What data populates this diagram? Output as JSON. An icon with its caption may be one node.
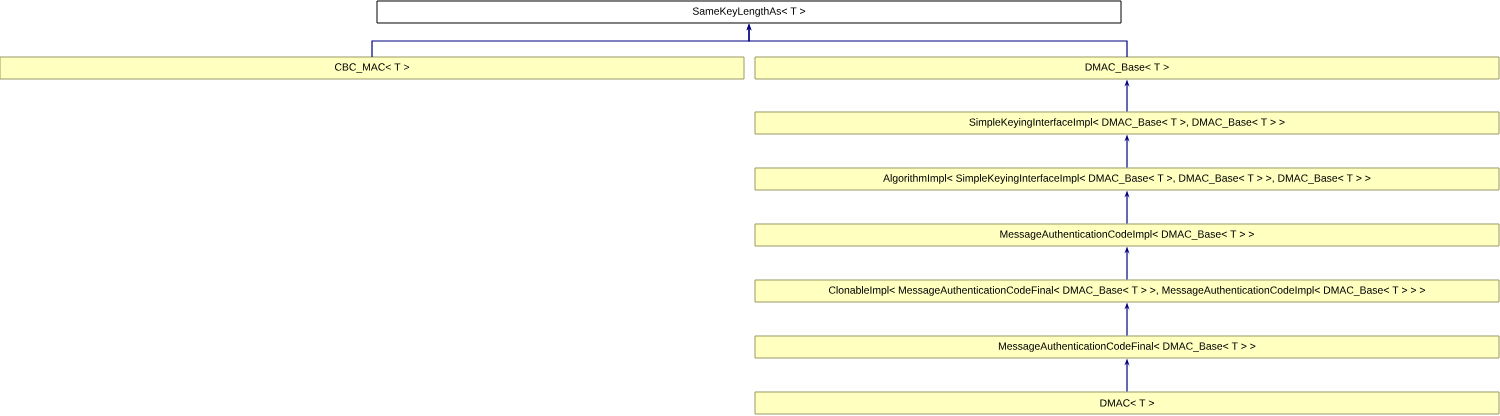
{
  "diagram": {
    "nodes": [
      {
        "text": [
          "SameKeyLengthAs< T >"
        ]
      },
      {
        "text": [
          "CBC_MAC< T >"
        ]
      },
      {
        "text": [
          "DMAC_Base< T >"
        ]
      },
      {
        "text": [
          "SimpleKeyingInterfaceImpl< DMAC_Base< T >, DMAC_Base< T > >"
        ]
      },
      {
        "text": [
          "AlgorithmImpl< SimpleKeyingInterfaceImpl< DMAC_Base< T >, DMAC_Base< T > >, DMAC_Base< T > >"
        ]
      },
      {
        "text": [
          "MessageAuthenticationCodeImpl< DMAC_Base< T > >"
        ]
      },
      {
        "text": [
          "ClonableImpl< MessageAuthenticationCodeFinal< DMAC_Base< T > >, MessageAuthenticationCodeImpl< DMAC_Base< T > > >"
        ]
      },
      {
        "text": [
          "MessageAuthenticationCodeFinal< DMAC_Base< T > >"
        ]
      },
      {
        "text": [
          "DMAC< T >"
        ]
      }
    ],
    "edges": [
      {
        "from": 1,
        "to": 0,
        "arrow": "to"
      },
      {
        "from": 2,
        "to": 0,
        "arrow": "to"
      },
      {
        "from": 3,
        "to": 2,
        "arrow": "to"
      },
      {
        "from": 4,
        "to": 3,
        "arrow": "to"
      },
      {
        "from": 5,
        "to": 4,
        "arrow": "to"
      },
      {
        "from": 6,
        "to": 5,
        "arrow": "to"
      },
      {
        "from": 7,
        "to": 6,
        "arrow": "to"
      },
      {
        "from": 8,
        "to": 7,
        "arrow": "to"
      }
    ]
  }
}
